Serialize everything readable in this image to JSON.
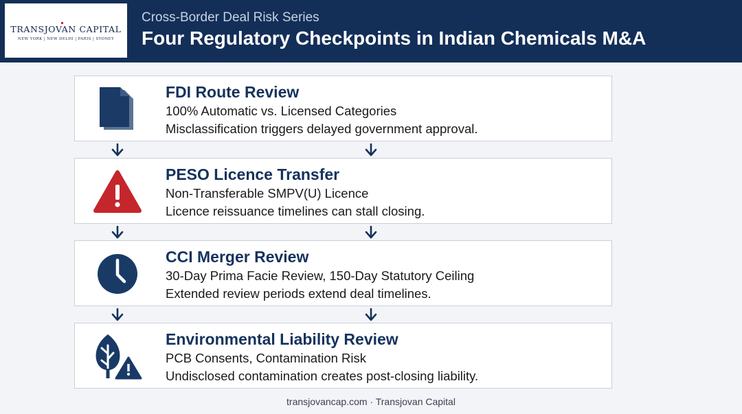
{
  "brand": {
    "name": "TRANSJOVAN CAPITAL",
    "cities": "NEW YORK | NEW DELHI | PARIS | SYDNEY"
  },
  "header": {
    "series": "Cross-Border Deal Risk Series",
    "title": "Four Regulatory Checkpoints in Indian Chemicals M&A"
  },
  "checkpoints": [
    {
      "icon": "document-icon",
      "title": "FDI Route Review",
      "subtitle": "100% Automatic vs. Licensed Categories",
      "risk": "Misclassification triggers delayed government approval."
    },
    {
      "icon": "warning-icon",
      "title": "PESO Licence Transfer",
      "subtitle": "Non-Transferable SMPV(U) Licence",
      "risk": "Licence reissuance timelines can stall closing."
    },
    {
      "icon": "clock-icon",
      "title": "CCI Merger Review",
      "subtitle": "30-Day Prima Facie Review, 150-Day Statutory Ceiling",
      "risk": "Extended review periods extend deal timelines."
    },
    {
      "icon": "tree-warning-icon",
      "title": "Environmental Liability Review",
      "subtitle": "PCB Consents, Contamination Risk",
      "risk": "Undisclosed contamination creates post-closing liability."
    }
  ],
  "colors": {
    "header_bg": "#132f58",
    "accent_navy": "#15325c",
    "icon_navy": "#1a3a66",
    "warning_red": "#c4262c"
  },
  "footer": "transjovancap.com · Transjovan Capital"
}
